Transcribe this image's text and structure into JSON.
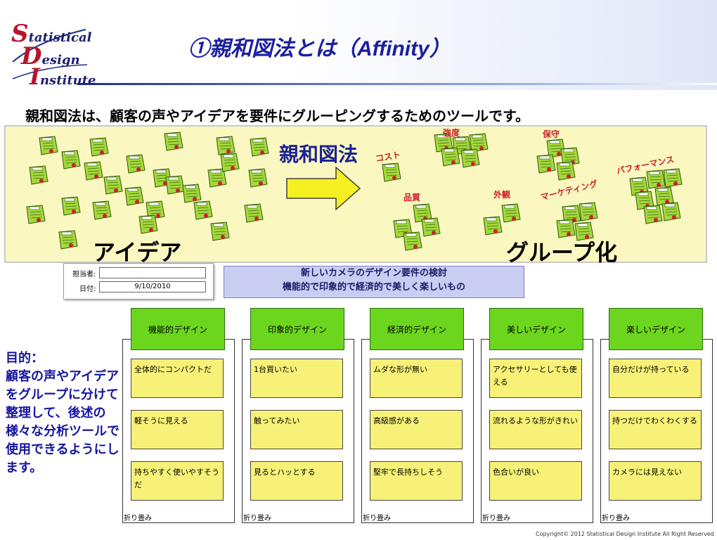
{
  "logo": {
    "line1_initial": "S",
    "line1_rest": "tatistical",
    "line2_initial": "D",
    "line2_rest": "esign",
    "line3_initial": "I",
    "line3_rest": "nstitute"
  },
  "title": "①親和図法とは（Affinity）",
  "subtitle": "親和図法は、顧客の声やアイデアを要件にグルーピングするためのツールです。",
  "banner": {
    "arrow_label": "親和図法",
    "left_label": "アイデア",
    "right_label": "グループ化",
    "group_labels": [
      "コスト",
      "強度",
      "保守",
      "パフォーマンス",
      "品質",
      "外観",
      "マーケティング"
    ]
  },
  "form": {
    "owner_label": "担当者:",
    "date_label": "日付:",
    "date_value": "9/10/2010"
  },
  "topic": {
    "line1": "新しいカメラのデザイン要件の検討",
    "line2": "機能的で印象的で経済的で美しく楽しいもの"
  },
  "purpose": "目的：\n顧客の声やアイデアをグループに分けて整理して、後述の様々な分析ツールで使用できるようにします。",
  "columns": [
    {
      "header": "機能的デザイン",
      "cards": [
        "全体的にコンパクトだ",
        "軽そうに見える",
        "持ちやすく使いやすそうだ"
      ],
      "footer": "折り畳み"
    },
    {
      "header": "印象的デザイン",
      "cards": [
        "1台買いたい",
        "触ってみたい",
        "見るとハッとする"
      ],
      "footer": "折り畳み"
    },
    {
      "header": "経済的デザイン",
      "cards": [
        "ムダな形が無い",
        "高級感がある",
        "堅牢で長持ちしそう"
      ],
      "footer": "折り畳み"
    },
    {
      "header": "美しいデザイン",
      "cards": [
        "アクセサリーとしても使える",
        "流れるような形がきれい",
        "色合いが良い"
      ],
      "footer": "折り畳み"
    },
    {
      "header": "楽しいデザイン",
      "cards": [
        "自分だけが持っている",
        "持つだけでわくわくする",
        "カメラには見えない"
      ],
      "footer": "折り畳み"
    }
  ],
  "copyright": "Copyright© 2012 Statistical Design Institute All Right Reserved",
  "colors": {
    "title": "#1b1f9e",
    "banner_bg": "#fbf7c0",
    "column_header": "#6cd51e",
    "card_bg": "#f7f277",
    "group_label": "#c8202a",
    "purpose": "#1515a0"
  }
}
